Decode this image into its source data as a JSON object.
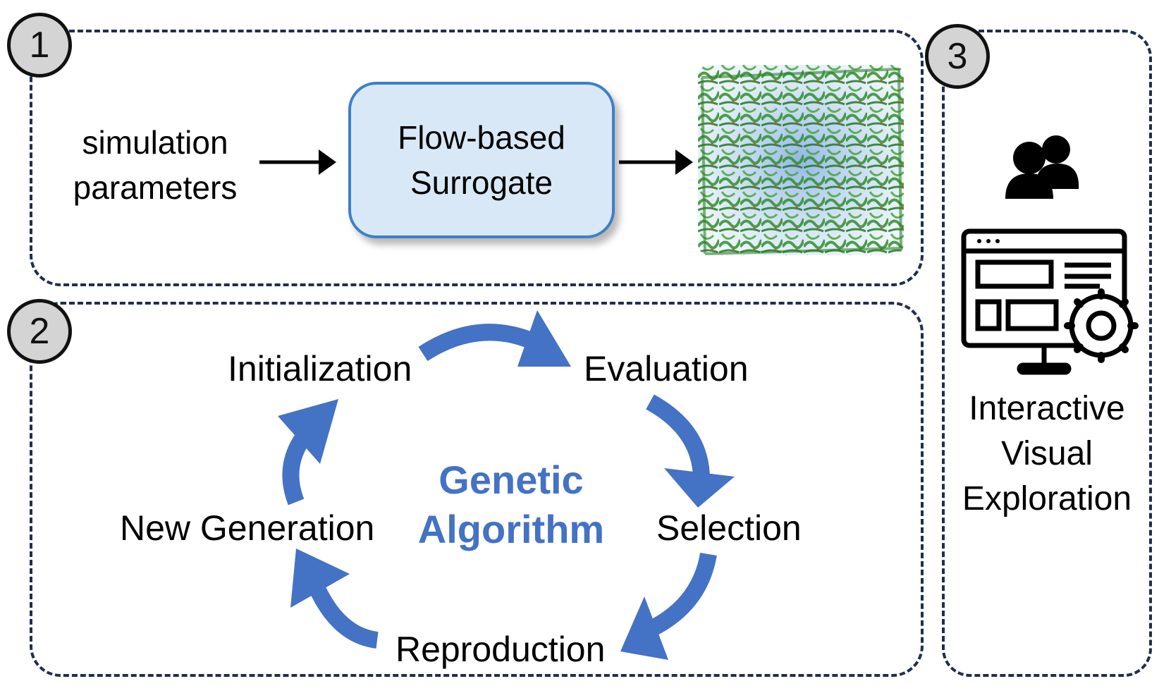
{
  "badges": {
    "one": "1",
    "two": "2",
    "three": "3"
  },
  "panel1": {
    "input_label_line1": "simulation",
    "input_label_line2": "parameters",
    "surrogate_label": "Flow-based\nSurrogate",
    "output_image": "volume-render-image"
  },
  "panel2": {
    "stages": {
      "initialization": "Initialization",
      "evaluation": "Evaluation",
      "selection": "Selection",
      "reproduction": "Reproduction",
      "new_generation": "New Generation"
    },
    "center_line1": "Genetic",
    "center_line2": "Algorithm"
  },
  "panel3": {
    "users_icon": "users-icon",
    "monitor_icon": "monitor-settings-icon",
    "label": "Interactive Visual Exploration"
  },
  "colors": {
    "arrow_blue": "#4472c4",
    "dashed_border": "#1f2d4f",
    "surrogate_fill": "#d9e8f6",
    "surrogate_border": "#3d7fc9",
    "badge_fill": "#d4d4d4"
  }
}
